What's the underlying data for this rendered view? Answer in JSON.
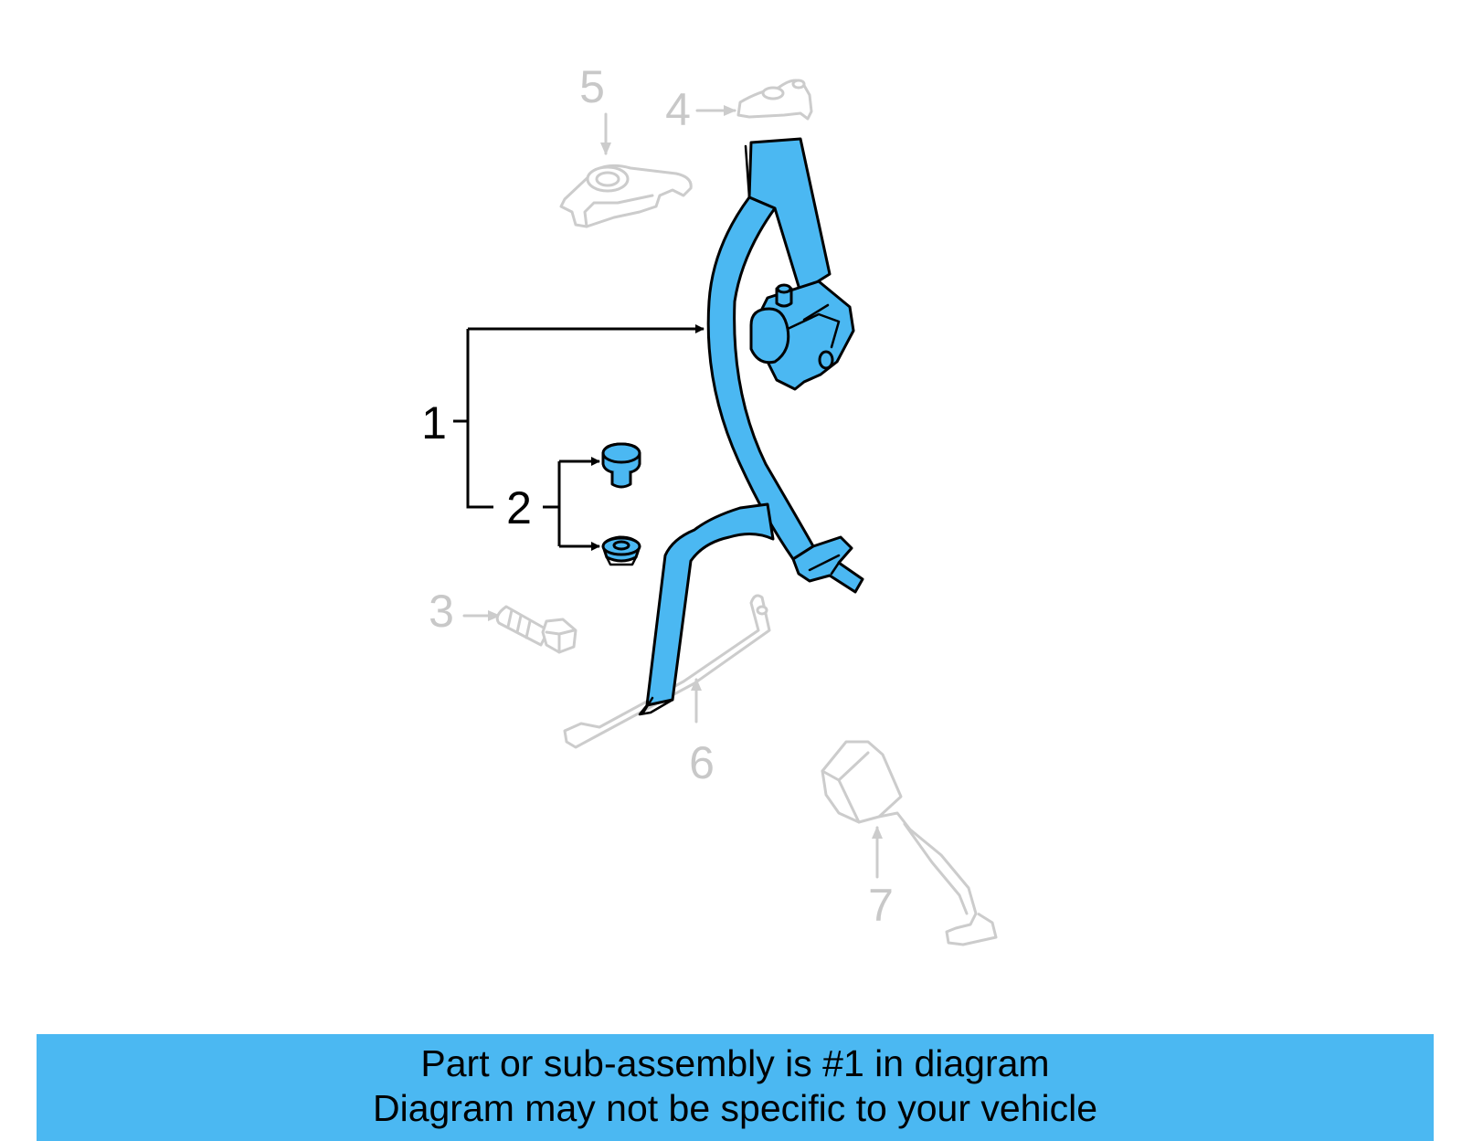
{
  "diagram": {
    "callouts": {
      "c1": "1",
      "c2": "2",
      "c3": "3",
      "c4": "4",
      "c5": "5",
      "c6": "6",
      "c7": "7"
    },
    "highlight_color": "#4bb8f2",
    "ghost_color": "#c8c8c8"
  },
  "banner": {
    "line1": "Part or sub-assembly is #1 in diagram",
    "line2": "Diagram may not be specific to your vehicle",
    "color": "#4bb8f2"
  }
}
